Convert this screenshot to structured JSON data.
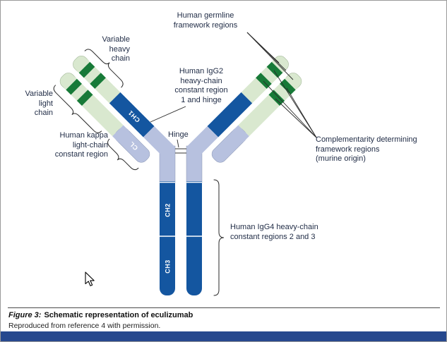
{
  "figure": {
    "labels": {
      "germline": "Human germline\nframework regions",
      "variable_heavy": "Variable\nheavy\nchain",
      "variable_light": "Variable\nlight\nchain",
      "kappa": "Human kappa\nlight-chain\nconstant region",
      "igg2": "Human IgG2\nheavy-chain\nconstant region\n1 and hinge",
      "hinge": "Hinge",
      "cdr": "Complementarity determining\nframework regions\n(murine origin)",
      "igg4": "Human IgG4 heavy-chain\nconstant regions 2 and 3"
    },
    "segments": {
      "ch1": "CH1",
      "cl": "CL",
      "ch2": "CH2",
      "ch3": "CH3"
    },
    "caption": {
      "label": "Figure 3:",
      "title": "Schematic representation of eculizumab",
      "credit": "Reproduced from reference 4 with permission."
    },
    "colors": {
      "constant_blue": "#1456a0",
      "hinge_lavender": "#b7c1df",
      "framework_pale_green": "#d9e8cf",
      "cdr_dark_green": "#177a38",
      "footer_band_blue": "#26488e"
    }
  }
}
